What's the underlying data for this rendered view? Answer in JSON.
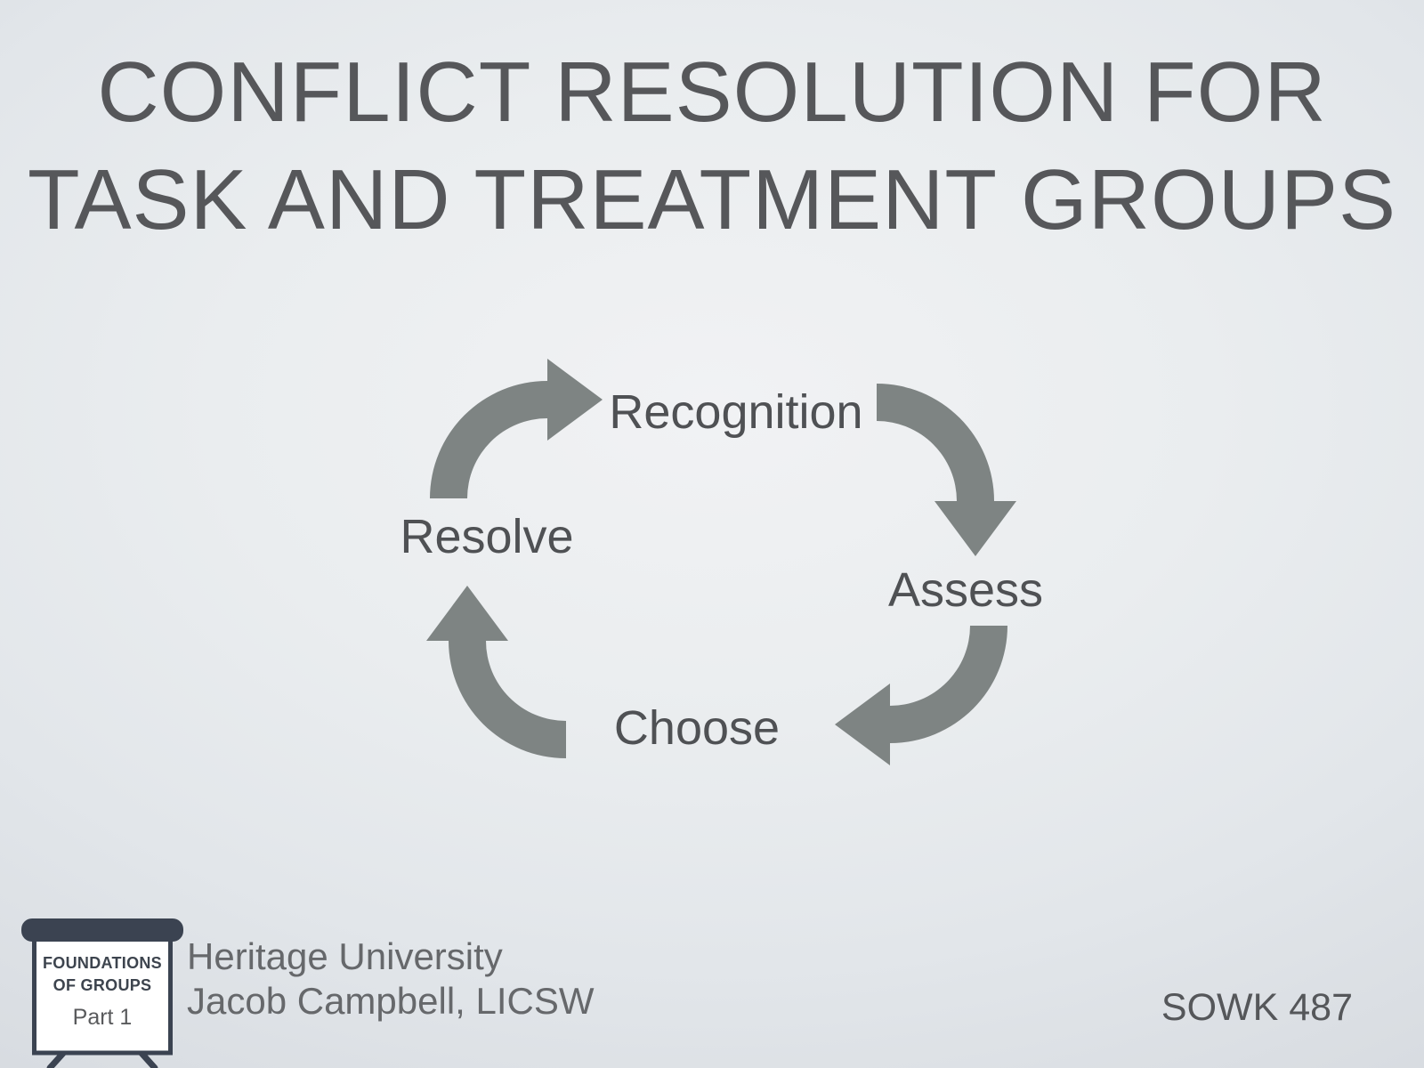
{
  "slide": {
    "title": {
      "line1": "CONFLICT RESOLUTION FOR",
      "line2": "TASK AND TREATMENT GROUPS"
    },
    "cycle": {
      "steps": [
        {
          "label": "Recognition"
        },
        {
          "label": "Assess"
        },
        {
          "label": "Choose"
        },
        {
          "label": "Resolve"
        }
      ]
    },
    "footer": {
      "badge": {
        "title_line1": "FOUNDATIONS",
        "title_line2": "OF GROUPS",
        "part": "Part 1"
      },
      "institution": "Heritage University",
      "presenter": "Jacob Campbell, LICSW",
      "course": "SOWK 487"
    },
    "colors": {
      "arrow": "#7e8483",
      "easel": "#3b4351"
    }
  }
}
